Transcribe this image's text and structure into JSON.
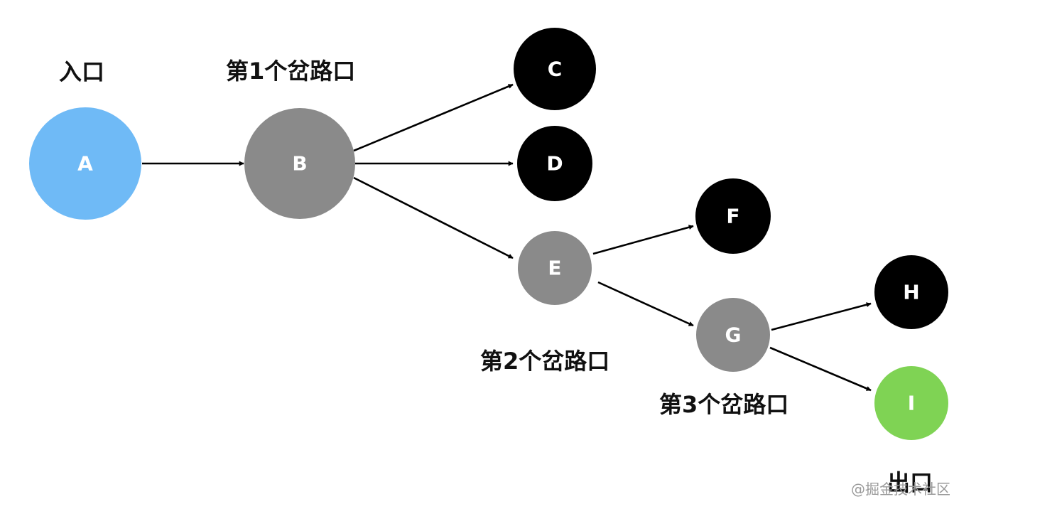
{
  "annotations": {
    "entrance": "入口",
    "fork_1": "第1个岔路口",
    "fork_2": "第2个岔路口",
    "fork_3": "第3个岔路口",
    "exit": "出口"
  },
  "nodes": {
    "A": {
      "label": "A",
      "color": "#6fbaf6"
    },
    "B": {
      "label": "B",
      "color": "#8a8a8a"
    },
    "C": {
      "label": "C",
      "color": "#000000"
    },
    "D": {
      "label": "D",
      "color": "#000000"
    },
    "E": {
      "label": "E",
      "color": "#8a8a8a"
    },
    "F": {
      "label": "F",
      "color": "#000000"
    },
    "G": {
      "label": "G",
      "color": "#8a8a8a"
    },
    "H": {
      "label": "H",
      "color": "#000000"
    },
    "I": {
      "label": "I",
      "color": "#7fd354"
    }
  },
  "edges": [
    {
      "from": "A",
      "to": "B"
    },
    {
      "from": "B",
      "to": "C"
    },
    {
      "from": "B",
      "to": "D"
    },
    {
      "from": "B",
      "to": "E"
    },
    {
      "from": "E",
      "to": "F"
    },
    {
      "from": "E",
      "to": "G"
    },
    {
      "from": "G",
      "to": "H"
    },
    {
      "from": "G",
      "to": "I"
    }
  ],
  "watermark": "@掘金技术社区"
}
